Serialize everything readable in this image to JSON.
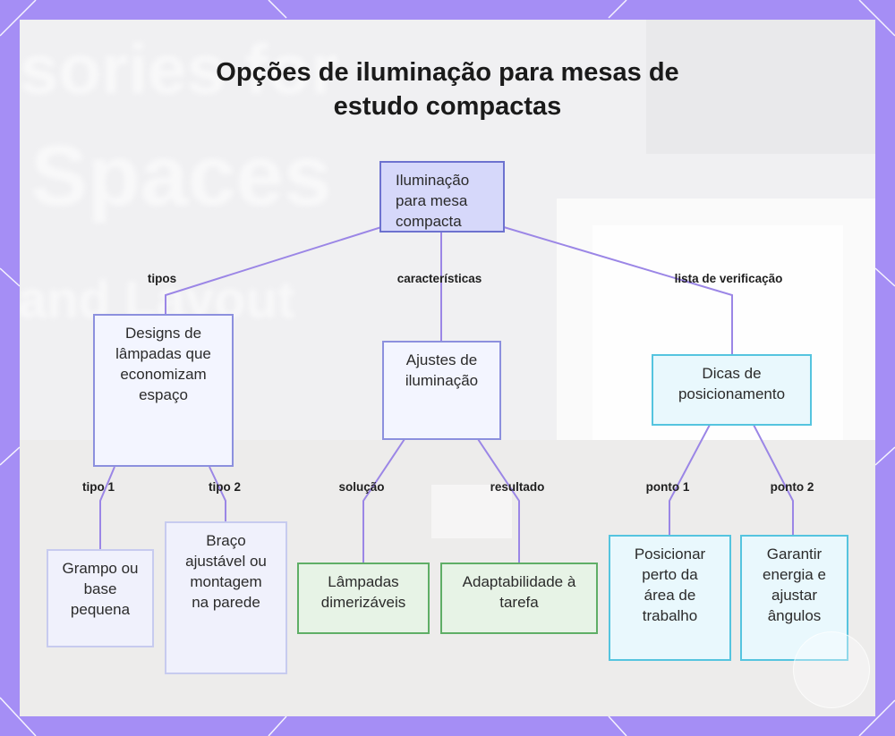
{
  "title": "Opções de iluminação para mesas de estudo compactas",
  "background_text": [
    "sories for",
    "Spaces",
    "and Layout"
  ],
  "nodes": {
    "root": "Iluminação para mesa compacta",
    "designs": "Designs de lâmpadas que economizam espaço",
    "ajustes": "Ajustes de iluminação",
    "dicas": "Dicas de posicionamento",
    "grampo": "Grampo ou base pequena",
    "braco": "Braço ajustável ou montagem na parede",
    "lampadas": "Lâmpadas dimerizáveis",
    "adaptabilidade": "Adaptabilidade à tarefa",
    "posicionar": "Posicionar perto da área de trabalho",
    "garantir": "Garantir energia e ajustar ângulos"
  },
  "edge_labels": {
    "tipos": "tipos",
    "caracteristicas": "características",
    "lista": "lista de verificação",
    "tipo1": "tipo 1",
    "tipo2": "tipo 2",
    "solucao": "solução",
    "resultado": "resultado",
    "ponto1": "ponto 1",
    "ponto2": "ponto 2"
  },
  "colors": {
    "frame": "#a58ef5",
    "edge": "#9b86e6",
    "root_fill": "#d6d8fa",
    "green_border": "#5fae66",
    "cyan_border": "#55c4df"
  }
}
